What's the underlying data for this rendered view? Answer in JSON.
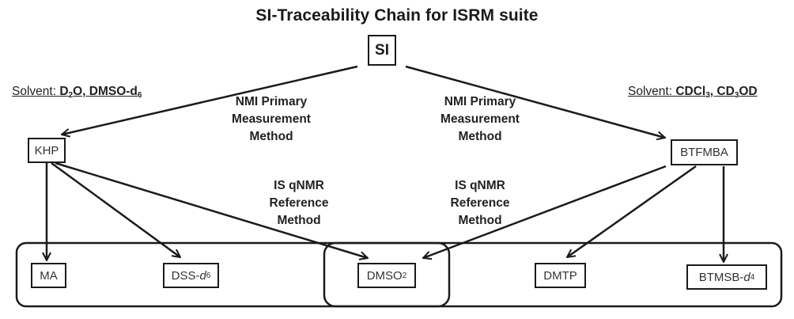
{
  "title": "SI-Traceability Chain for ISRM suite",
  "root": {
    "label": "SI"
  },
  "solvents": {
    "left": {
      "prefix": "Solvent:",
      "items": [
        {
          "base": "D",
          "sub": "2",
          "rest": "O"
        },
        {
          "base": ", DMSO-d",
          "sub": "6",
          "rest": ""
        }
      ]
    },
    "right": {
      "prefix": "Solvent:",
      "items": [
        {
          "base": "CDCl",
          "sub": "3",
          "rest": ""
        },
        {
          "base": ", CD",
          "sub": "3",
          "rest": "OD"
        }
      ]
    }
  },
  "primary_standards": [
    {
      "id": "khp",
      "label": "KHP"
    },
    {
      "id": "btfmba",
      "label": "BTFMBA"
    }
  ],
  "method_labels": {
    "primary_left": [
      "NMI Primary",
      "Measurement",
      "Method"
    ],
    "primary_right": [
      "NMI Primary",
      "Measurement",
      "Method"
    ],
    "reference_left": [
      "IS qNMR",
      "Reference",
      "Method"
    ],
    "reference_right": [
      "IS qNMR",
      "Reference",
      "Method"
    ]
  },
  "isrm_suite": [
    {
      "id": "ma",
      "base": "MA",
      "sub": "",
      "italic": ""
    },
    {
      "id": "dss",
      "base": "DSS-",
      "italic": "d",
      "sub": "6"
    },
    {
      "id": "dmso2",
      "base": "DMSO",
      "italic": "",
      "sub": "2"
    },
    {
      "id": "dmtp",
      "base": "DMTP",
      "italic": "",
      "sub": ""
    },
    {
      "id": "btmsb",
      "base": "BTMSB-",
      "italic": "d",
      "sub": "4"
    }
  ],
  "edges": [
    {
      "from": "SI",
      "to": "KHP"
    },
    {
      "from": "SI",
      "to": "BTFMBA"
    },
    {
      "from": "KHP",
      "to": "MA"
    },
    {
      "from": "KHP",
      "to": "DSS-d6"
    },
    {
      "from": "KHP",
      "to": "DMSO2"
    },
    {
      "from": "BTFMBA",
      "to": "DMSO2"
    },
    {
      "from": "BTFMBA",
      "to": "DMTP"
    },
    {
      "from": "BTFMBA",
      "to": "BTMSB-d4"
    }
  ]
}
